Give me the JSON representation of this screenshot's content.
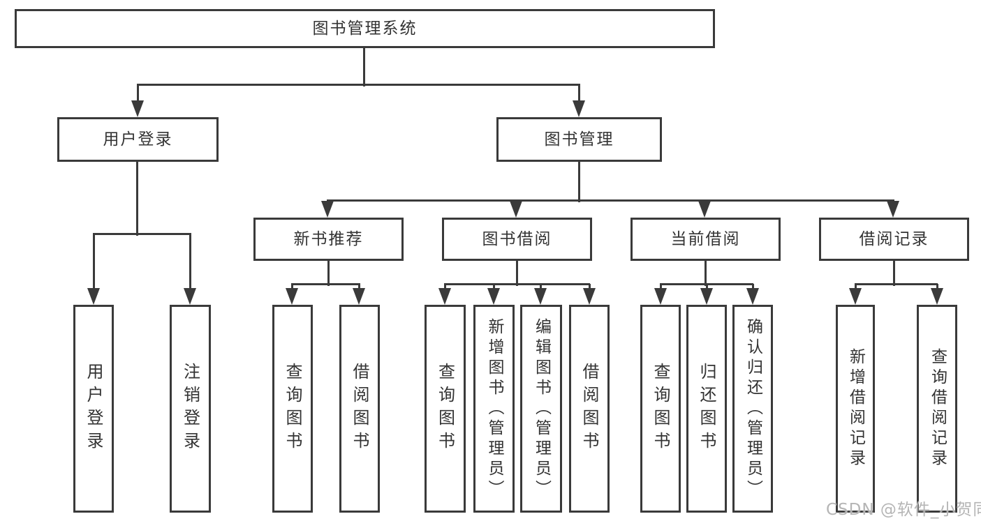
{
  "tree": {
    "label": "图书管理系统",
    "children": [
      {
        "label": "用户登录",
        "children": [
          {
            "label": "用户登录"
          },
          {
            "label": "注销登录"
          }
        ]
      },
      {
        "label": "图书管理",
        "children": [
          {
            "label": "新书推荐",
            "children": [
              {
                "label": "查询图书"
              },
              {
                "label": "借阅图书"
              }
            ]
          },
          {
            "label": "图书借阅",
            "children": [
              {
                "label": "查询图书"
              },
              {
                "label": "新增图书（管理员）"
              },
              {
                "label": "编辑图书（管理员）"
              },
              {
                "label": "借阅图书"
              }
            ]
          },
          {
            "label": "当前借阅",
            "children": [
              {
                "label": "查询图书"
              },
              {
                "label": "归还图书"
              },
              {
                "label": "确认归还（管理员）"
              }
            ]
          },
          {
            "label": "借阅记录",
            "children": [
              {
                "label": "新增借阅记录"
              },
              {
                "label": "查询借阅记录"
              }
            ]
          }
        ]
      }
    ]
  },
  "watermark": {
    "text": "CSDN @软件_小贺同学"
  },
  "colors": {
    "line": "#3a3a3a",
    "text": "#333333",
    "watermark": "#b5b5b5",
    "background": "#ffffff"
  }
}
